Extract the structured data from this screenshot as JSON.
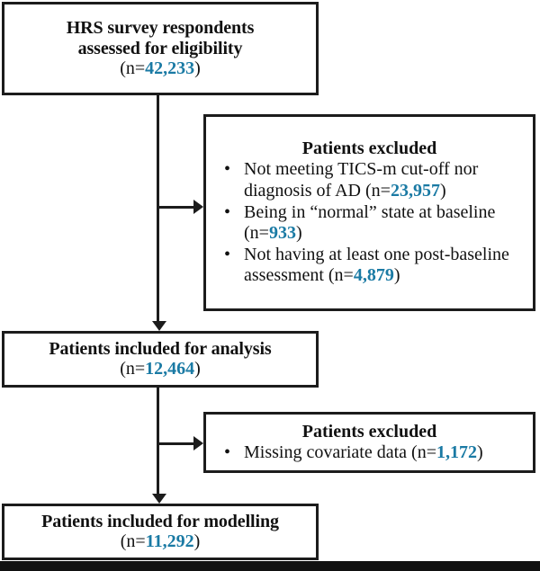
{
  "figure": {
    "type": "flowchart",
    "accent_color": "#1a7aa4",
    "line_color": "#1c1c1c",
    "background": "#ffffff"
  },
  "boxes": {
    "eligibility": {
      "title_line1": "HRS survey respondents",
      "title_line2": "assessed for eligibility",
      "count_prefix": "(n=",
      "count_value": "42,233",
      "count_suffix": ")"
    },
    "excluded_first": {
      "heading": "Patients excluded",
      "bullets": [
        {
          "bullet": "•",
          "text_before": "Not meeting TICS-m cut-off nor diagnosis of AD (n=",
          "value": "23,957",
          "text_after": ")"
        },
        {
          "bullet": "•",
          "text_before": "Being in “normal” state at baseline (n=",
          "value": "933",
          "text_after": ")"
        },
        {
          "bullet": "•",
          "text_before": "Not having at least one post-baseline assessment (n=",
          "value": "4,879",
          "text_after": ")"
        }
      ]
    },
    "included_analysis": {
      "title_line1": "Patients included for analysis",
      "count_prefix": "(n=",
      "count_value": "12,464",
      "count_suffix": ")"
    },
    "excluded_second": {
      "heading": "Patients excluded",
      "bullets": [
        {
          "bullet": "•",
          "text_before": "Missing covariate data (n=",
          "value": "1,172",
          "text_after": ")"
        }
      ]
    },
    "included_modelling": {
      "title_line1": "Patients included for modelling",
      "count_prefix": "(n=",
      "count_value": "11,292",
      "count_suffix": ")"
    }
  }
}
